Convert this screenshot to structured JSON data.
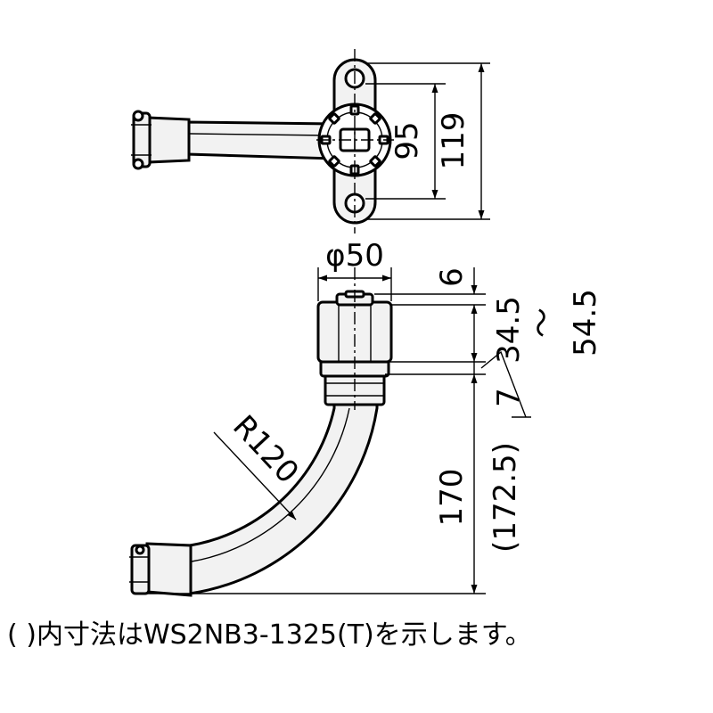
{
  "dimensions": {
    "width_95": "95",
    "height_119": "119",
    "diameter_50": "φ50",
    "gap_6": "6",
    "range_min": "34.5",
    "tilde": "〜",
    "range_max": "54.5",
    "gap_7": "7",
    "length_170": "170",
    "length_172_5": "(172.5)",
    "radius": "R120"
  },
  "note": "(  )内寸法はWS2NB3-1325(T)を示します。"
}
